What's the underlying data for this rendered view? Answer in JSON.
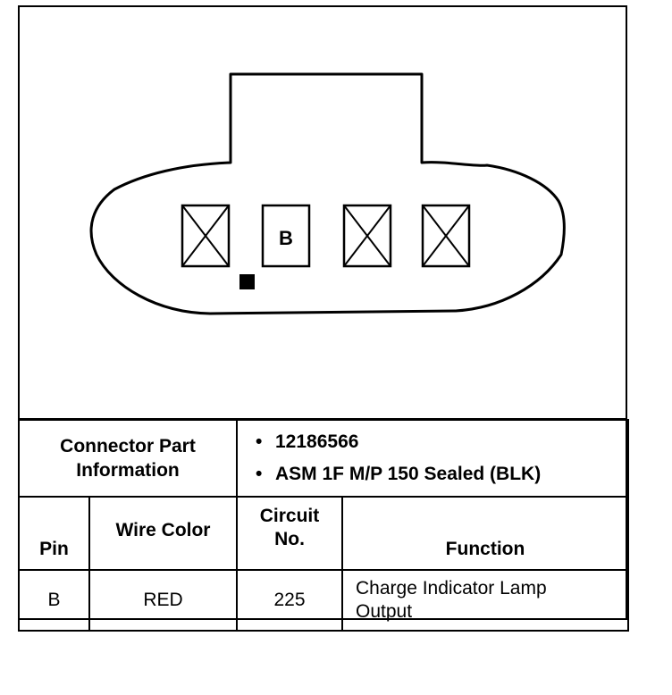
{
  "connector": {
    "cavities": [
      {
        "id": "1",
        "label": "",
        "populated": false
      },
      {
        "id": "2",
        "label": "B",
        "populated": true
      },
      {
        "id": "3",
        "label": "",
        "populated": false
      },
      {
        "id": "4",
        "label": "",
        "populated": false
      }
    ]
  },
  "part_info": {
    "label_line1": "Connector Part",
    "label_line2": "Information",
    "items": [
      "12186566",
      "ASM 1F M/P 150 Sealed (BLK)"
    ]
  },
  "table": {
    "headers": {
      "pin": "Pin",
      "wire_color": "Wire Color",
      "circuit_line1": "Circuit",
      "circuit_line2": "No.",
      "function": "Function"
    },
    "rows": [
      {
        "pin": "B",
        "wire_color": "RED",
        "circuit": "225",
        "function_line1": "Charge Indicator Lamp",
        "function_line2": "Output"
      }
    ]
  }
}
